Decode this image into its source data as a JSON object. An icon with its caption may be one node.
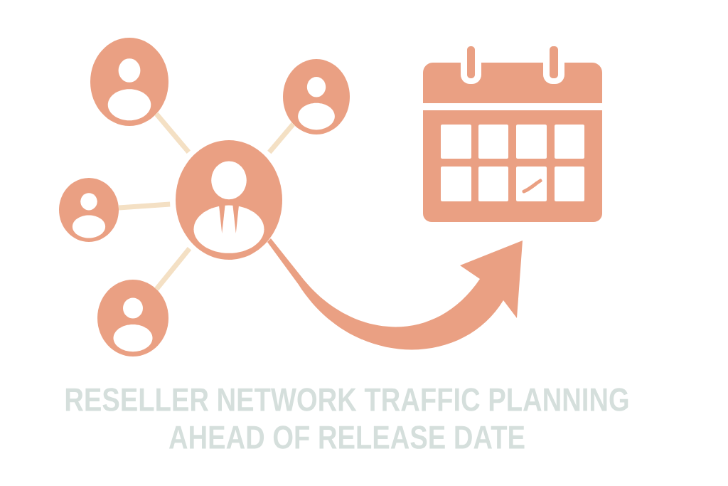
{
  "diagram": {
    "title": "RESELLER NETWORK TRAFFIC PLANNING AHEAD OF RELEASE DATE",
    "nodes": [
      {
        "text": [],
        "shape": "person"
      },
      {
        "text": [],
        "shape": "person"
      },
      {
        "text": [],
        "shape": "person"
      },
      {
        "text": [],
        "shape": "person"
      },
      {
        "text": [],
        "shape": "person"
      },
      {
        "text": [],
        "shape": "picture"
      }
    ],
    "edges": [
      {
        "from": 0,
        "to": 1,
        "arrow": "none"
      },
      {
        "from": 0,
        "to": 2,
        "arrow": "none"
      },
      {
        "from": 0,
        "to": 3,
        "arrow": "none"
      },
      {
        "from": 0,
        "to": 4,
        "arrow": "none"
      },
      {
        "from": 0,
        "to": 5,
        "arrow": "to",
        "style": "thick",
        "color": "#eaa083"
      }
    ]
  }
}
